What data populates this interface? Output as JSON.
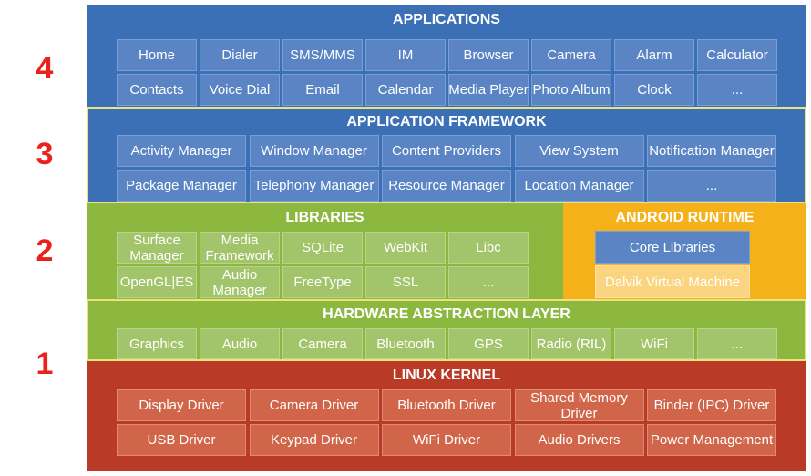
{
  "layer_numbers": [
    "4",
    "3",
    "2",
    "1"
  ],
  "applications": {
    "title": "APPLICATIONS",
    "row1": [
      "Home",
      "Dialer",
      "SMS/MMS",
      "IM",
      "Browser",
      "Camera",
      "Alarm",
      "Calculator"
    ],
    "row2": [
      "Contacts",
      "Voice Dial",
      "Email",
      "Calendar",
      "Media Player",
      "Photo Album",
      "Clock",
      "..."
    ]
  },
  "framework": {
    "title": "APPLICATION FRAMEWORK",
    "row1": [
      "Activity Manager",
      "Window Manager",
      "Content Providers",
      "View System",
      "Notification Manager"
    ],
    "row2": [
      "Package Manager",
      "Telephony Manager",
      "Resource Manager",
      "Location Manager",
      "..."
    ]
  },
  "libraries": {
    "title": "LIBRARIES",
    "row1": [
      "Surface Manager",
      "Media Framework",
      "SQLite",
      "WebKit",
      "Libc"
    ],
    "row2": [
      "OpenGL|ES",
      "Audio Manager",
      "FreeType",
      "SSL",
      "..."
    ]
  },
  "runtime": {
    "title": "ANDROID RUNTIME",
    "core": "Core Libraries",
    "dalvik": "Dalvik Virtual Machine"
  },
  "hal": {
    "title": "HARDWARE ABSTRACTION LAYER",
    "items": [
      "Graphics",
      "Audio",
      "Camera",
      "Bluetooth",
      "GPS",
      "Radio (RIL)",
      "WiFi",
      "..."
    ]
  },
  "kernel": {
    "title": "LINUX KERNEL",
    "row1": [
      "Display Driver",
      "Camera Driver",
      "Bluetooth Driver",
      "Shared Memory Driver",
      "Binder (IPC) Driver"
    ],
    "row2": [
      "USB Driver",
      "Keypad Driver",
      "WiFi Driver",
      "Audio Drivers",
      "Power Management"
    ]
  },
  "colors": {
    "applications": "#3b6fb6",
    "framework": "#3b6fb6",
    "libraries": "#8cb83f",
    "runtime": "#f5b11a",
    "hal": "#8cb83f",
    "kernel": "#b93a26",
    "border_highlight": "#f0e27a",
    "number": "#e8221c"
  }
}
